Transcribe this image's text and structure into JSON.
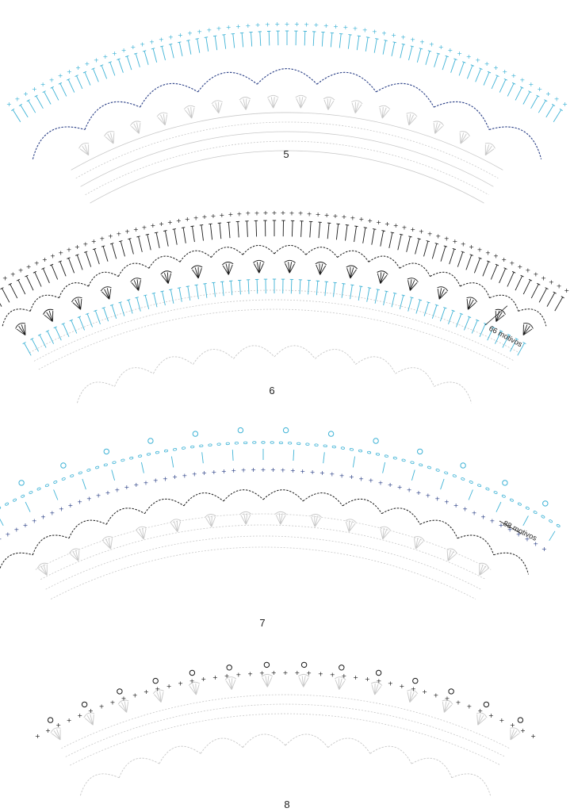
{
  "diagrams": [
    {
      "number": "5",
      "note": ""
    },
    {
      "number": "6",
      "note": "66 motivos"
    },
    {
      "number": "7",
      "note": "88 motivos"
    },
    {
      "number": "8",
      "note": ""
    }
  ],
  "colors": {
    "grey": "#c8c8c8",
    "black": "#1a1a1a",
    "blue": "#3fb3d6",
    "navy": "#2a3f86"
  }
}
